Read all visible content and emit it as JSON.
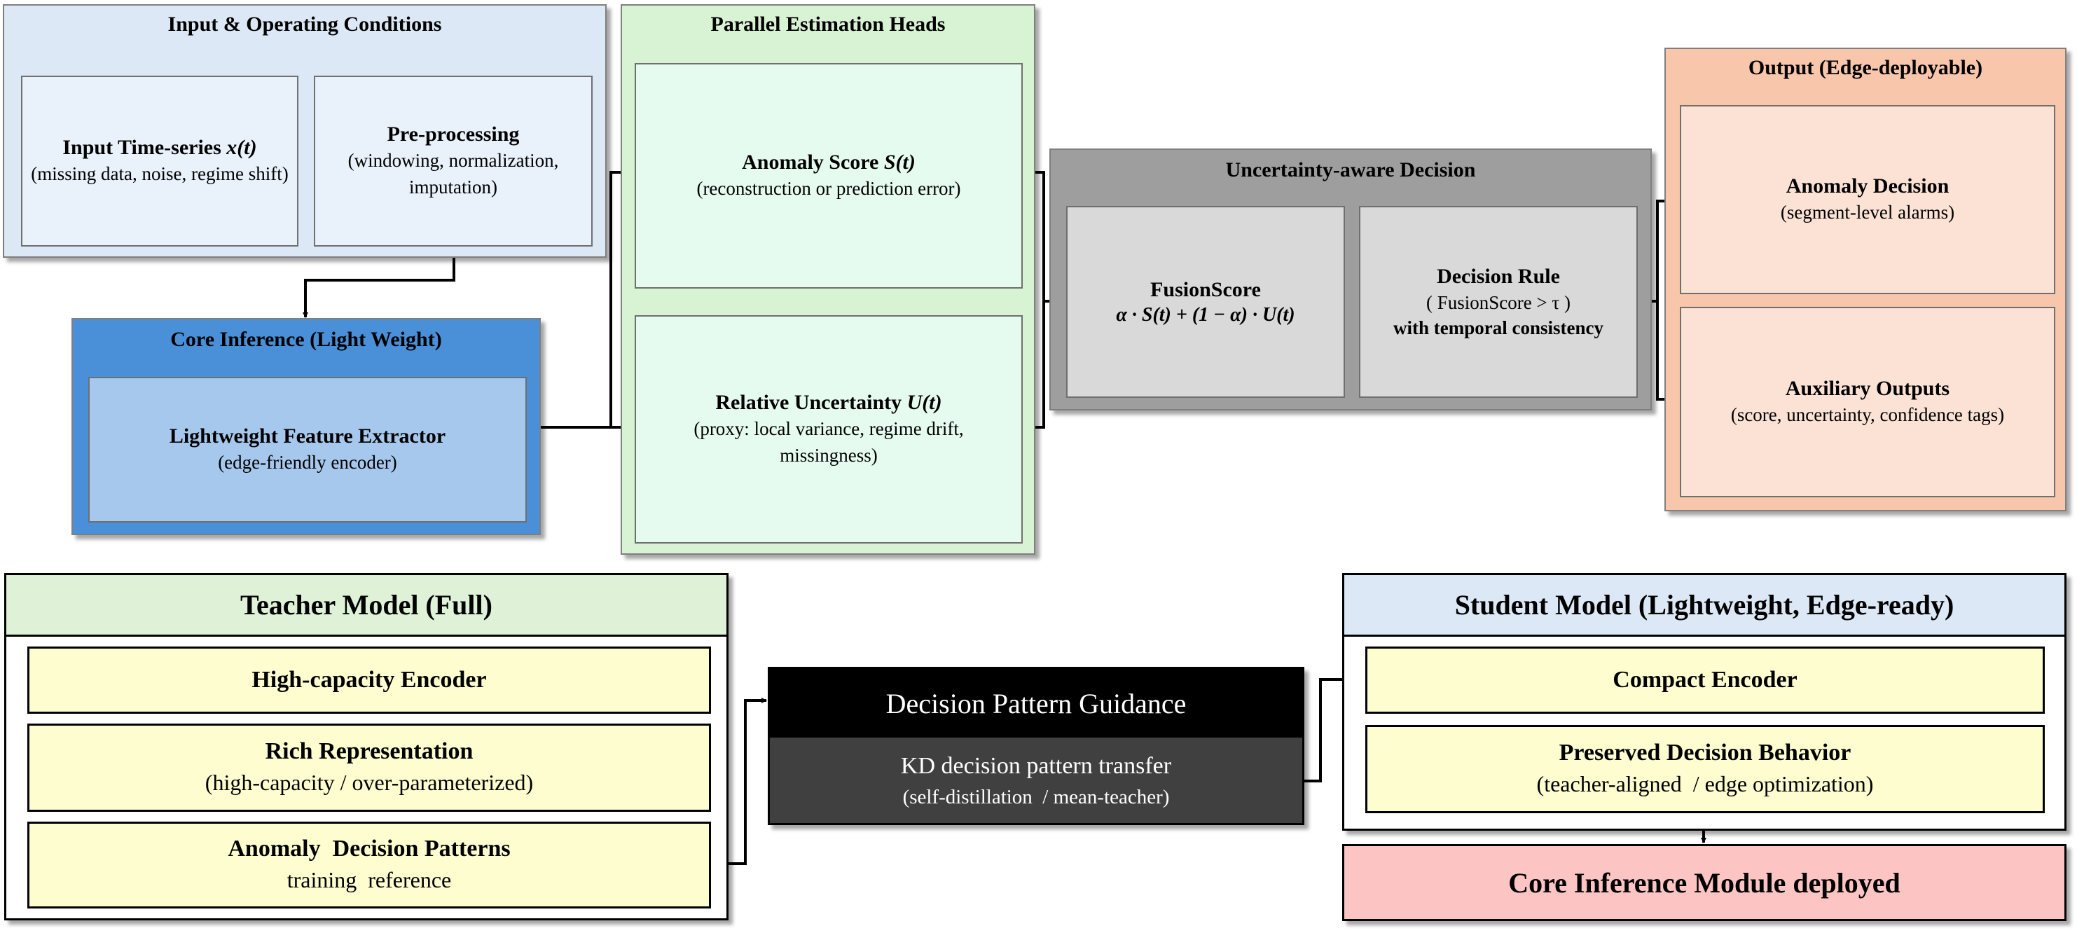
{
  "input_conditions": {
    "title": "Input & Operating Conditions",
    "input_series": {
      "title_plain": "Input Time-series ",
      "title_var": "x(t)",
      "detail": "(missing data, noise, regime shift)"
    },
    "preprocessing": {
      "title": "Pre-processing",
      "detail": "(windowing, normalization, imputation)"
    }
  },
  "core_inference": {
    "title": "Core Inference (Light Weight)",
    "extractor": {
      "title": "Lightweight Feature Extractor",
      "detail": "(edge-friendly encoder)"
    }
  },
  "estimation_heads": {
    "title": "Parallel Estimation Heads",
    "anomaly_score": {
      "title_plain": "Anomaly Score ",
      "title_var": "S(t)",
      "detail": "(reconstruction or prediction error)"
    },
    "uncertainty": {
      "title_plain": "Relative Uncertainty ",
      "title_var": "U(t)",
      "detail": "(proxy: local variance, regime drift, missingness)"
    }
  },
  "decision": {
    "title": "Uncertainty-aware Decision",
    "fusion": {
      "title": "FusionScore",
      "formula": "α · S(t) + (1 − α) · U(t)"
    },
    "rule": {
      "title": "Decision Rule",
      "condition": "( FusionScore > τ )",
      "note": "with temporal consistency"
    }
  },
  "output": {
    "title": "Output (Edge-deployable)",
    "anomaly_decision": {
      "title": "Anomaly Decision",
      "detail": "(segment-level alarms)"
    },
    "auxiliary": {
      "title": "Auxiliary Outputs",
      "detail": "(score, uncertainty, confidence tags)"
    }
  },
  "teacher": {
    "title": "Teacher Model (Full)",
    "encoder": {
      "title": "High-capacity Encoder"
    },
    "representation": {
      "title": "Rich Representation",
      "detail": "(high-capacity  / over-parameterized)"
    },
    "patterns": {
      "title": "Anomaly  Decision Patterns",
      "detail": "training  reference"
    }
  },
  "guidance": {
    "title": "Decision Pattern Guidance",
    "line1": "KD decision pattern transfer",
    "line2": "(self-distillation  / mean-teacher)"
  },
  "student": {
    "title": "Student Model (Lightweight, Edge-ready)",
    "encoder": {
      "title": "Compact Encoder"
    },
    "behavior": {
      "title": "Preserved Decision Behavior",
      "detail": "(teacher-aligned  / edge optimization)"
    }
  },
  "deployed": {
    "title": "Core Inference Module deployed"
  },
  "colors": {
    "input_bg": "#dce8f5",
    "input_box": "#e9f1fa",
    "core_bg": "#4a90d9",
    "core_box": "#a6c8ec",
    "heads_bg": "#d8f2d4",
    "heads_box": "#e6fbef",
    "decision_bg": "#9e9e9e",
    "decision_box": "#d9d9d9",
    "output_bg": "#f7c6ab",
    "output_box": "#fbe2d5",
    "teacher_header": "#dff2d8",
    "model_box": "#fdfdd0",
    "student_header": "#dce8f5",
    "deployed": "#fdc4c4",
    "guidance_title": "#000000",
    "guidance_body": "#404040"
  }
}
